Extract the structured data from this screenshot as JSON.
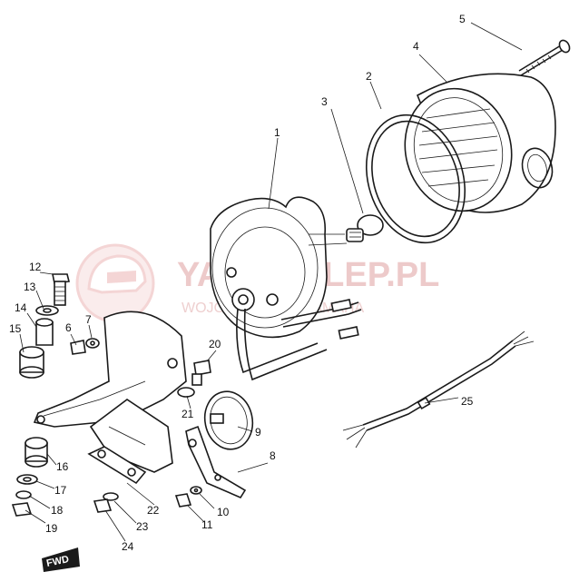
{
  "watermark": {
    "title": "YAMASKLEP.PL",
    "subtitle": "WOJCIK DEALER YAMAHA"
  },
  "fwd_badge": "FWD",
  "parts": [
    {
      "id": "1",
      "text": "1"
    },
    {
      "id": "2",
      "text": "2"
    },
    {
      "id": "3",
      "text": "3"
    },
    {
      "id": "4",
      "text": "4"
    },
    {
      "id": "5",
      "text": "5"
    },
    {
      "id": "6",
      "text": "6"
    },
    {
      "id": "7",
      "text": "7"
    },
    {
      "id": "8",
      "text": "8"
    },
    {
      "id": "9",
      "text": "9"
    },
    {
      "id": "10",
      "text": "10"
    },
    {
      "id": "11",
      "text": "11"
    },
    {
      "id": "12",
      "text": "12"
    },
    {
      "id": "13",
      "text": "13"
    },
    {
      "id": "14",
      "text": "14"
    },
    {
      "id": "15",
      "text": "15"
    },
    {
      "id": "16",
      "text": "16"
    },
    {
      "id": "17",
      "text": "17"
    },
    {
      "id": "18",
      "text": "18"
    },
    {
      "id": "19",
      "text": "19"
    },
    {
      "id": "20",
      "text": "20"
    },
    {
      "id": "21",
      "text": "21"
    },
    {
      "id": "22",
      "text": "22"
    },
    {
      "id": "23",
      "text": "23"
    },
    {
      "id": "24",
      "text": "24"
    },
    {
      "id": "25",
      "text": "25"
    }
  ]
}
